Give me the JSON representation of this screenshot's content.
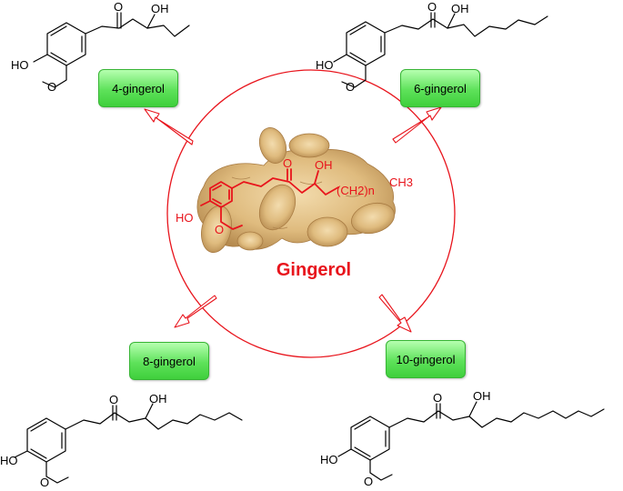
{
  "center": {
    "title": "Gingerol"
  },
  "variants": [
    {
      "label": "4-gingerol",
      "chain_carbons": 3
    },
    {
      "label": "6-gingerol",
      "chain_carbons": 5
    },
    {
      "label": "8-gingerol",
      "chain_carbons": 7
    },
    {
      "label": "10-gingerol",
      "chain_carbons": 9
    }
  ],
  "atoms": {
    "oxygen": "O",
    "hydroxyl": "OH",
    "ho": "HO"
  },
  "formula": {
    "ch2_group": "(CH2)n",
    "ch3": "CH3"
  },
  "colors": {
    "accent": "#e8141c",
    "box_fill": "#5ee25a",
    "box_border": "#37b534"
  }
}
